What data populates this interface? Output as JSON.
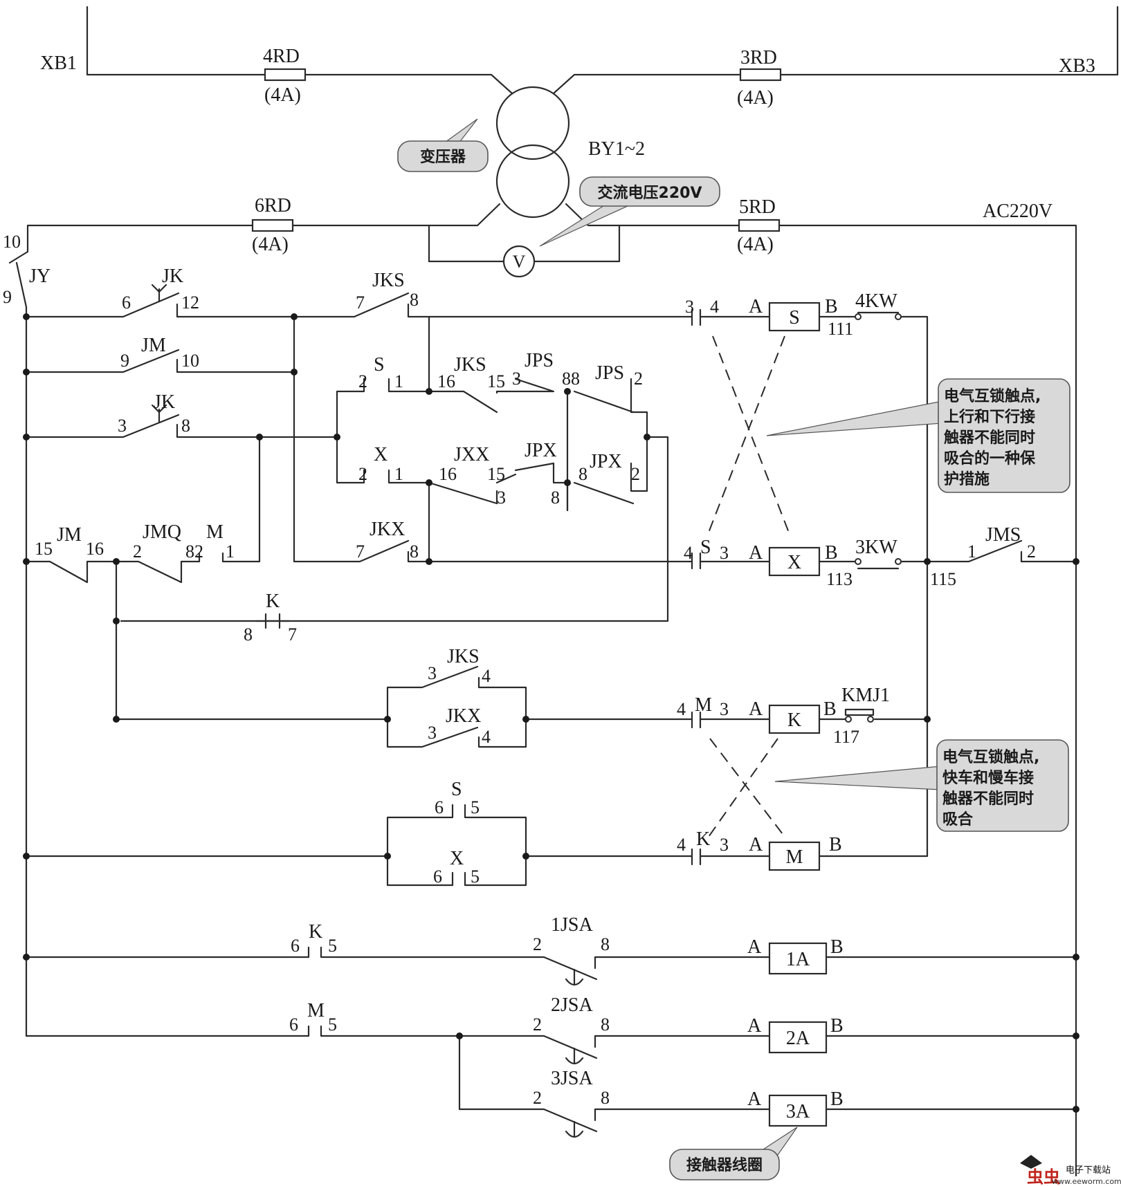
{
  "labels": {
    "xb1": "XB1",
    "xb3": "XB3",
    "rd4": "4RD",
    "rd3": "3RD",
    "rd6": "6RD",
    "rd5": "5RD",
    "fuse_rating": "(4A)",
    "transformer": "BY1~2",
    "ac220": "AC220V",
    "voltmeter": "V",
    "jy": "JY",
    "n10": "10",
    "n9": "9",
    "jk": "JK",
    "jm": "JM",
    "jks": "JKS",
    "jkx": "JKX",
    "jxx": "JXX",
    "jps": "JPS",
    "jpx": "JPX",
    "jmq": "JMQ",
    "jms": "JMS",
    "s": "S",
    "x": "X",
    "m": "M",
    "k": "K",
    "kw4": "4KW",
    "kw3": "3KW",
    "kmj1": "KMJ1",
    "jsa1": "1JSA",
    "jsa2": "2JSA",
    "jsa3": "3JSA",
    "n111": "111",
    "n113": "113",
    "n115": "115",
    "n117": "117",
    "a": "A",
    "b": "B",
    "t1": "1",
    "t2": "2",
    "t3": "3",
    "t4": "4",
    "t5": "5",
    "t6": "6",
    "t7": "7",
    "t8": "8",
    "t9": "9",
    "t10": "10",
    "t12": "12",
    "t15": "15",
    "t16": "16",
    "t82": "82",
    "t88": "88"
  },
  "coils": {
    "s": "S",
    "x": "X",
    "k": "K",
    "m": "M",
    "a1": "1A",
    "a2": "2A",
    "a3": "3A"
  },
  "callouts": {
    "transformer": "变压器",
    "voltage": "交流电压220V",
    "interlock_updown": [
      "电气互锁触点,",
      "上行和下行接",
      "触器不能同时",
      "吸合的一种保",
      "护措施"
    ],
    "interlock_speed": [
      "电气互锁触点,",
      "快车和慢车接",
      "触器不能同时",
      "吸合"
    ],
    "coil": "接触器线圈"
  },
  "watermark": {
    "brand": "虫虫",
    "site": "电子下载站",
    "url": "www.eeworm.com"
  }
}
